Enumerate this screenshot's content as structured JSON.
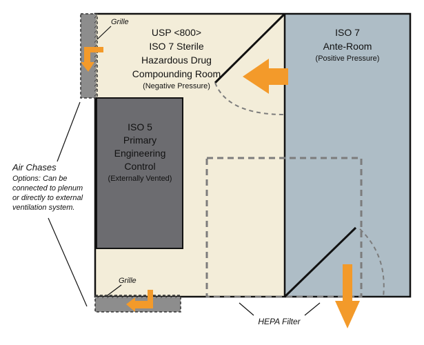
{
  "sterile_room": {
    "lines": [
      "USP <800>",
      "ISO 7 Sterile",
      "Hazardous Drug",
      "Compounding Room"
    ],
    "pressure": "(Negative Pressure)"
  },
  "ante_room": {
    "lines": [
      "ISO 7",
      "Ante-Room"
    ],
    "pressure": "(Positive Pressure)"
  },
  "peng_control": {
    "lines": [
      "ISO 5",
      "Primary",
      "Engineering",
      "Control"
    ],
    "note": "(Externally Vented)"
  },
  "grille_top": "Grille",
  "grille_bottom": "Grille",
  "air_chases": {
    "title": "Air Chases",
    "lines": [
      "Options: Can be",
      "connected to plenum",
      "or directly to external",
      "ventilation system."
    ]
  },
  "hepa_filter": "HEPA Filter",
  "colors": {
    "sterile_fill": "#f3edd9",
    "ante_fill": "#aebdc6",
    "peng_fill": "#6c6c70",
    "chase_fill": "#8d8d8d",
    "arrow": "#f39a2a",
    "wall": "#111111",
    "dash": "#7c7c7c"
  }
}
